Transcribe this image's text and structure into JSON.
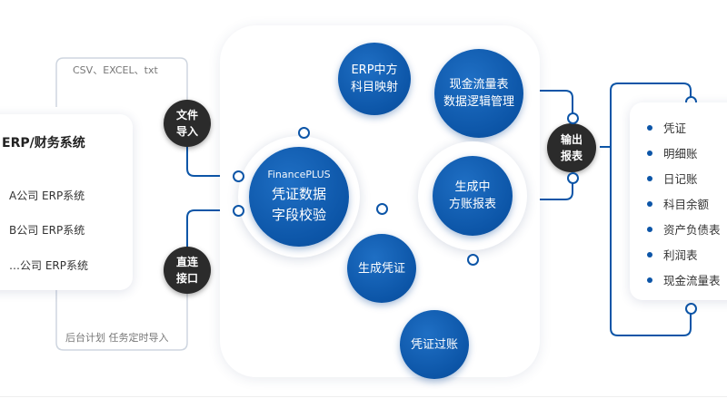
{
  "left_panel": {
    "title": "ERP/财务系统",
    "items": [
      "A公司 ERP系统",
      "B公司 ERP系统",
      "…公司 ERP系统"
    ],
    "top_caption": "CSV、EXCEL、txt",
    "bottom_caption": "后台计划 任务定时导入"
  },
  "nodes": {
    "file_import": [
      "文件",
      "导入"
    ],
    "direct_api": [
      "直连",
      "接口"
    ],
    "validate": {
      "brand": "FinancePLUS",
      "lines": [
        "凭证数据",
        "字段校验"
      ]
    },
    "mapping": [
      "ERP中方",
      "科目映射"
    ],
    "cashflow": [
      "现金流量表",
      "数据逻辑管理"
    ],
    "cn_report": [
      "生成中",
      "方账报表"
    ],
    "gen_voucher": [
      "生成凭证"
    ],
    "posting": [
      "凭证过账"
    ],
    "output": [
      "输出",
      "报表"
    ]
  },
  "output_list": [
    "凭证",
    "明细账",
    "日记账",
    "科目余额",
    "资产负债表",
    "利润表",
    "现金流量表"
  ],
  "colors": {
    "primary": "#0c55a7",
    "dark": "#2b2b2b",
    "line": "#0c55a7",
    "caption_line": "#cfd6e0"
  }
}
